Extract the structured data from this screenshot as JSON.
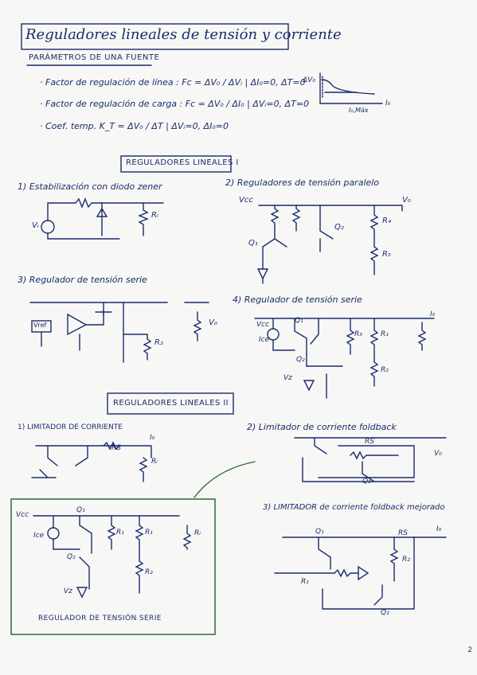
{
  "title": "Reguladores lineales de tensión y corriente",
  "params_header": "PARÁMETROS DE UNA FUENTE",
  "params": {
    "line_reg": "· Factor de regulación de línea :  Fc = ΔV₀ / ΔVᵢ | ΔI₀=0, ΔT=0",
    "load_reg": "· Factor de regulación de carga :  Fc = ΔV₀ / ΔI₀ | ΔVᵢ=0, ΔT=0",
    "temp_coef": "· Coef. temp.   K_T = ΔV₀ / ΔT | ΔVᵢ=0, ΔI₀=0",
    "graph_label": "ΔV₀",
    "graph_axis": "I₀",
    "graph_note": "I₀,Máx"
  },
  "section1_title": "REGULADORES LINEALES I",
  "section2_title": "REGULADORES LINEALES II",
  "circuits": {
    "c1": "1) Estabilización con diodo zener",
    "c2": "2) Reguladores de tensión paralelo",
    "c3": "3) Regulador de tensión serie",
    "c4": "4) Regulador de tensión serie",
    "c5": "1) LIMITADOR DE CORRIENTE",
    "c6": "2) Limitador de corriente foldback",
    "c7": "3) LIMITADOR de corriente foldback mejorado",
    "c8": "REGULADOR DE TENSIÓN SERIE"
  },
  "labels": {
    "vi": "Vᵢ",
    "vo": "V₀",
    "vcc": "Vcc",
    "vref": "Vref",
    "rl": "Rₗ",
    "r1": "R₁",
    "r2": "R₂",
    "r3": "R₃",
    "r4": "R₄",
    "r5": "R₅",
    "rs": "RS",
    "q1": "Q₁",
    "q2": "Q₂",
    "io": "I₀",
    "vz": "Vz",
    "ice": "Ice"
  },
  "page_number": "2"
}
